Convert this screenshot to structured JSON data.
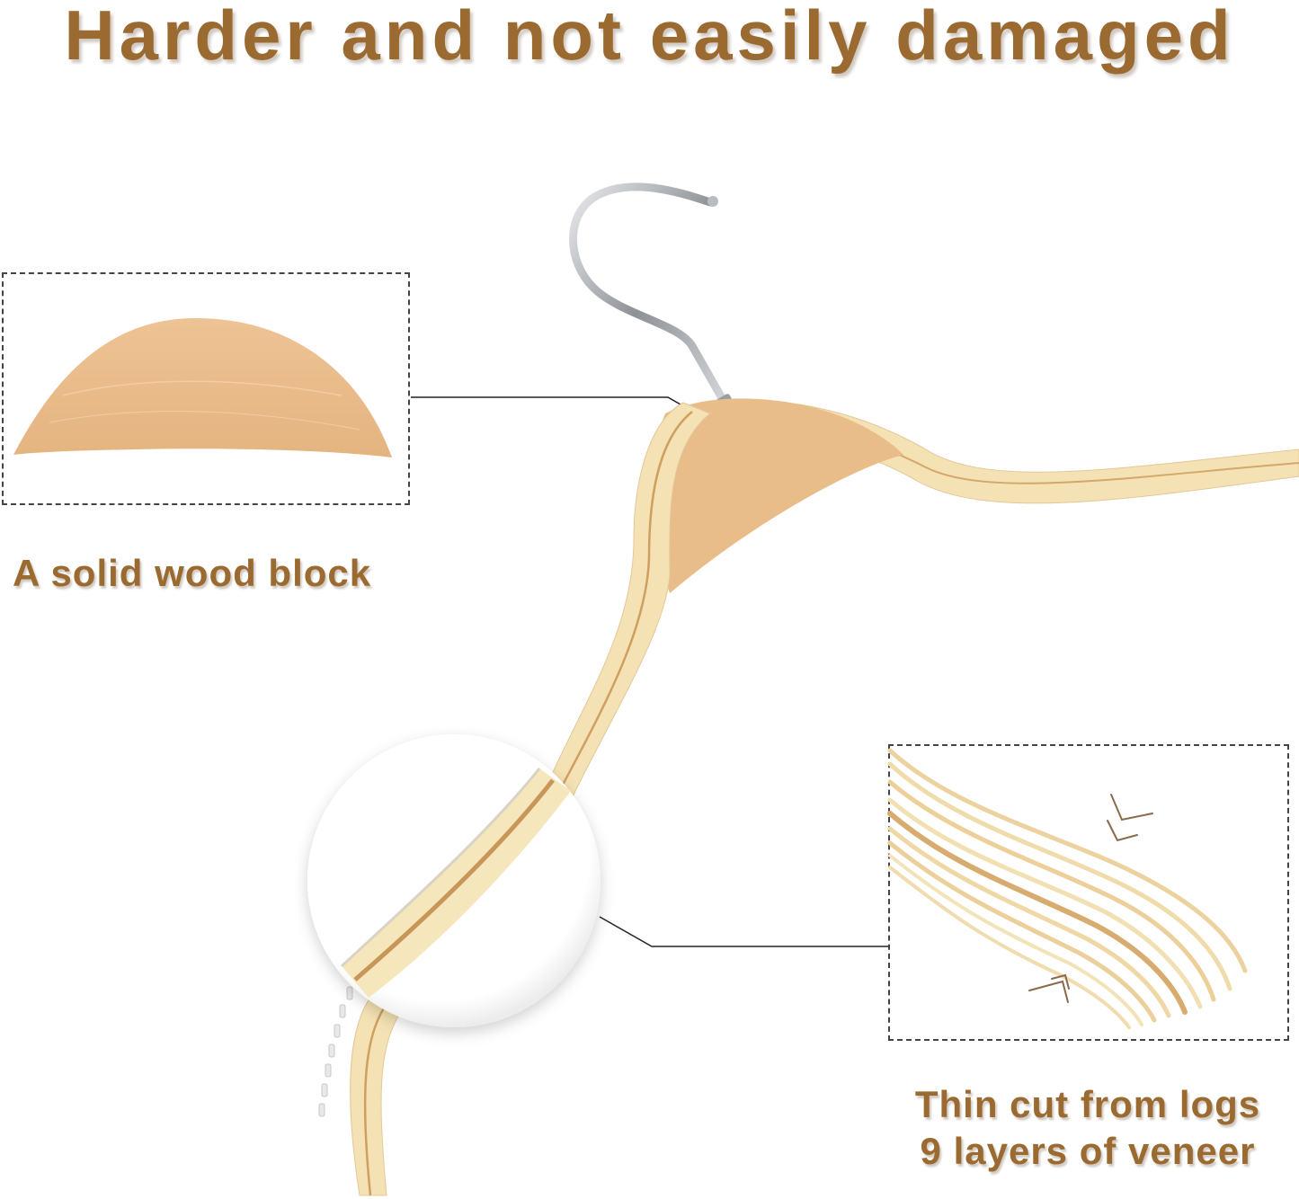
{
  "headline": "Harder and not easily damaged",
  "callouts": {
    "left": {
      "caption": "A solid wood block",
      "illustration": "solid-wood-block-cross-section"
    },
    "right": {
      "caption_line1": "Thin cut from logs",
      "caption_line2": "9 layers of veneer",
      "illustration": "veneer-layers-fanned",
      "layer_count": 9
    },
    "magnifier": {
      "illustration": "hanger-arm-closeup"
    }
  },
  "colors": {
    "text_brown": "#9a6a30",
    "wood_block": "#e9bd8a",
    "veneer_light": "#f5e4b8",
    "veneer_dark": "#d3a76a",
    "chrome": "#a9adb3",
    "callout_line": "#222222"
  }
}
